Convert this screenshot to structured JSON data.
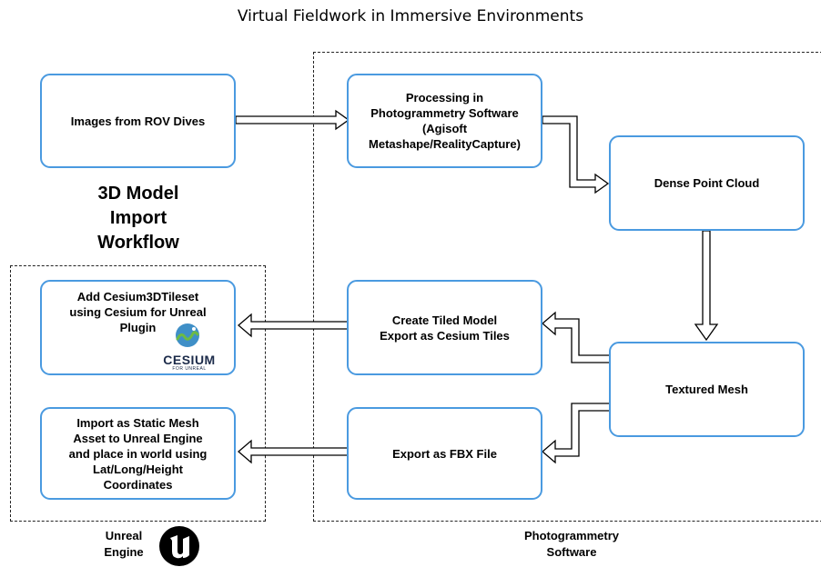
{
  "title": "Virtual Fieldwork in Immersive Environments",
  "workflow_label": "3D Model\nImport\nWorkflow",
  "nodes": {
    "rov_images": "Images from ROV Dives",
    "processing": "Processing in\nPhotogrammetry Software\n(Agisoft\nMetashape/RealityCapture)",
    "dense_cloud": "Dense Point Cloud",
    "textured_mesh": "Textured Mesh",
    "tiled_model": "Create Tiled Model\nExport as Cesium Tiles",
    "fbx_export": "Export as FBX File",
    "cesium_add": "Add Cesium3DTileset\nusing Cesium for Unreal\nPlugin",
    "static_mesh": "Import as Static Mesh\nAsset to Unreal Engine\nand place in world using\nLat/Long/Height\nCoordinates"
  },
  "logos": {
    "cesium_name": "CESIUM",
    "cesium_sub": "FOR UNREAL",
    "unreal_icon": "unreal-engine-logo-icon"
  },
  "regions": {
    "unreal_label": "Unreal\nEngine",
    "photogrammetry_label": "Photogrammetry\nSoftware"
  },
  "colors": {
    "box_border": "#4a9ae0",
    "cesium_blue": "#3f8fc7",
    "cesium_green": "#6cba45"
  }
}
